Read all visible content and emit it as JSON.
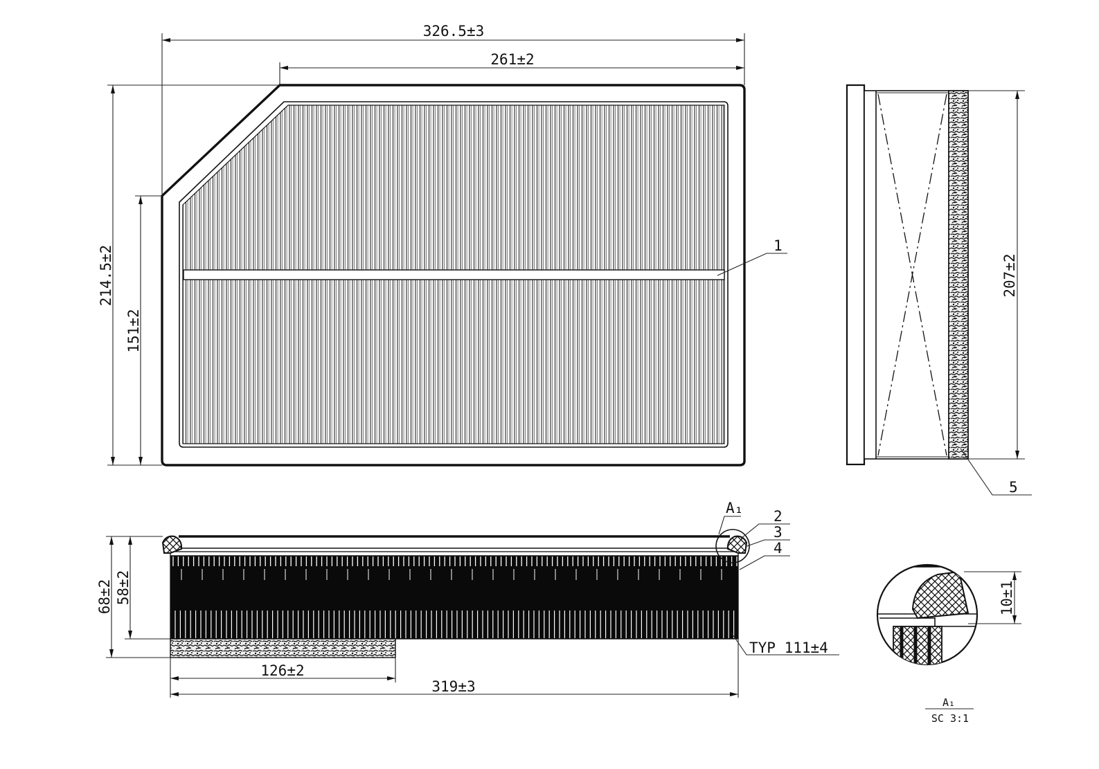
{
  "top_view": {
    "dims": {
      "overall_length": "326.5±3",
      "chamfer_offset": "261±2",
      "overall_width": "214.5±2",
      "side_height": "151±2"
    },
    "callout_1": "1"
  },
  "side_view": {
    "dims": {
      "height": "207±2"
    },
    "callout_5": "5"
  },
  "front_view": {
    "dims": {
      "total_height": "68±2",
      "pleat_height": "58±2",
      "foam_length": "126±2",
      "base_length": "319±3",
      "pleat_count": "TYP 111±4"
    },
    "callouts": {
      "detail": "A₁",
      "c2": "2",
      "c3": "3",
      "c4": "4"
    }
  },
  "detail_view": {
    "dims": {
      "seal_height": "10±1"
    },
    "label": "A₁",
    "scale": "SC 3:1"
  }
}
